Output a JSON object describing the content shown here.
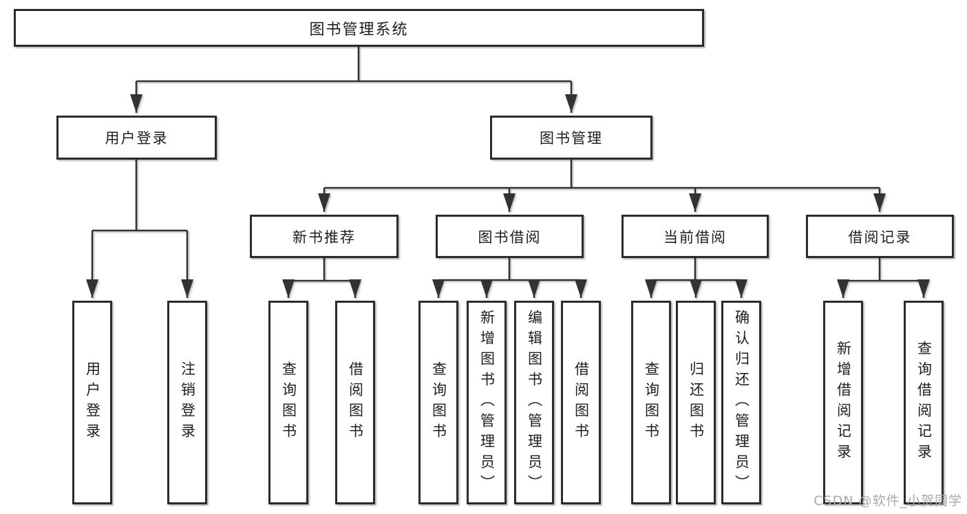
{
  "page": {
    "watermark": "CSDN @软件_小贺同学",
    "background": "#ffffff"
  },
  "diagram": {
    "type": "tree",
    "colors": {
      "line": "#333333",
      "box_border": "#2b2b2b",
      "box_fill": "#ffffff",
      "text": "#1e1e1e",
      "watermark": "#a9a9a9"
    },
    "root": {
      "label": "图书管理系统",
      "children": [
        {
          "label": "用户登录",
          "children": [
            {
              "label": "用户登录"
            },
            {
              "label": "注销登录"
            }
          ]
        },
        {
          "label": "图书管理",
          "children": [
            {
              "label": "新书推荐",
              "children": [
                {
                  "label": "查询图书"
                },
                {
                  "label": "借阅图书"
                }
              ]
            },
            {
              "label": "图书借阅",
              "children": [
                {
                  "label": "查询图书"
                },
                {
                  "label": "新增图书（管理员）"
                },
                {
                  "label": "编辑图书（管理员）"
                },
                {
                  "label": "借阅图书"
                }
              ]
            },
            {
              "label": "当前借阅",
              "children": [
                {
                  "label": "查询图书"
                },
                {
                  "label": "归还图书"
                },
                {
                  "label": "确认归还（管理员）"
                }
              ]
            },
            {
              "label": "借阅记录",
              "children": [
                {
                  "label": "新增借阅记录"
                },
                {
                  "label": "查询借阅记录"
                }
              ]
            }
          ]
        }
      ]
    }
  }
}
